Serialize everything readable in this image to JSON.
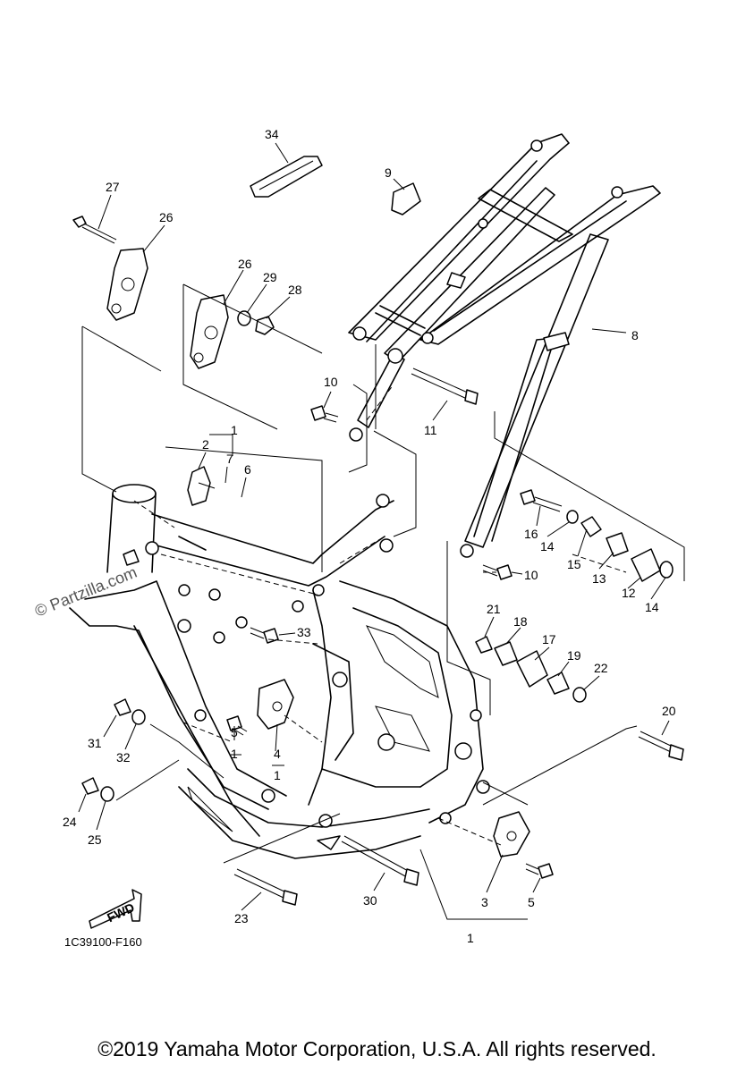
{
  "diagram": {
    "code": "1C39100-F160",
    "fwd_label": "FWD",
    "watermark": "© Partzilla.com",
    "copyright": "©2019 Yamaha Motor Corporation, U.S.A. All rights reserved.",
    "callouts": {
      "c34": "34",
      "c9": "9",
      "c27": "27",
      "c26a": "26",
      "c26b": "26",
      "c29": "29",
      "c28": "28",
      "c8": "8",
      "c10a": "10",
      "c11": "11",
      "c1a": "1",
      "c2": "2",
      "c7": "7",
      "c6": "6",
      "c16": "16",
      "c14a": "14",
      "c15": "15",
      "c13": "13",
      "c12": "12",
      "c14b": "14",
      "c10b": "10",
      "c21": "21",
      "c18": "18",
      "c17": "17",
      "c19": "19",
      "c22": "22",
      "c33": "33",
      "c20": "20",
      "c31": "31",
      "c32": "32",
      "c5a": "5",
      "c1b": "1",
      "c4": "4",
      "c1c": "1",
      "c24": "24",
      "c25": "25",
      "c30": "30",
      "c23": "23",
      "c3": "3",
      "c5b": "5",
      "c1d": "1"
    }
  }
}
